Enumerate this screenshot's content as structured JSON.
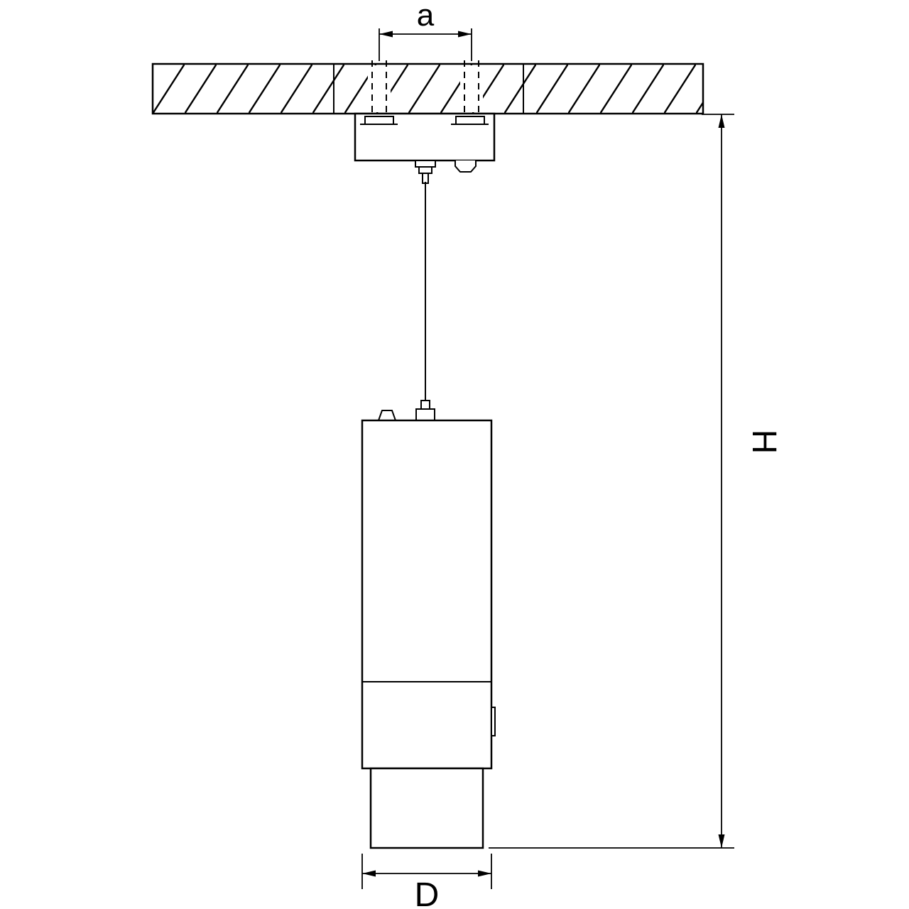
{
  "labels": {
    "hole_spacing": "a",
    "overall_height": "H",
    "diameter": "D"
  },
  "colors": {
    "line": "#000000",
    "background": "#ffffff"
  }
}
